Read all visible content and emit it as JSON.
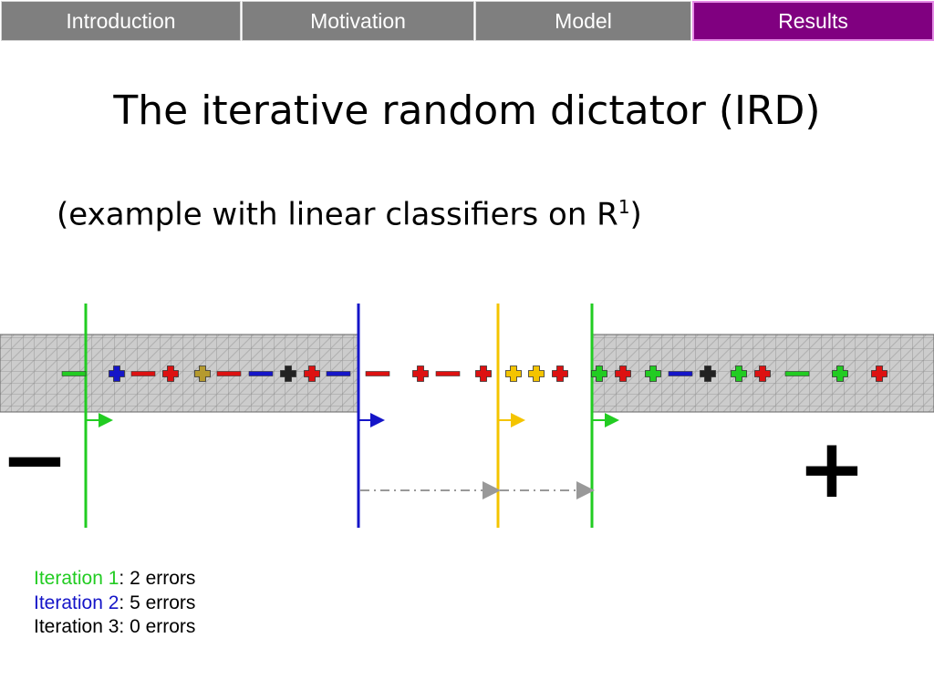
{
  "nav": {
    "tabs": [
      {
        "label": "Introduction",
        "active": false
      },
      {
        "label": "Motivation",
        "active": false
      },
      {
        "label": "Model",
        "active": false
      },
      {
        "label": "Results",
        "active": true
      }
    ]
  },
  "slide": {
    "title": "The iterative random dictator (IRD)",
    "subtitle_text": "(example with linear classifiers on R",
    "subtitle_sup": "1",
    "subtitle_end": ")"
  },
  "diagram": {
    "minus_sign": "−",
    "plus_sign": "+",
    "colors": {
      "green": "#22cc22",
      "blue": "#1515c8",
      "yellow": "#f4c400",
      "red": "#dd1111",
      "black": "#222222",
      "olive": "#b59a2e",
      "dark_green": "#2e9e2e"
    },
    "points": [
      {
        "label": "−",
        "color": "green"
      },
      {
        "label": "+",
        "color": "blue"
      },
      {
        "label": "−",
        "color": "red"
      },
      {
        "label": "+",
        "color": "red"
      },
      {
        "label": "+",
        "color": "olive"
      },
      {
        "label": "−",
        "color": "red"
      },
      {
        "label": "−",
        "color": "blue"
      },
      {
        "label": "+",
        "color": "black"
      },
      {
        "label": "+",
        "color": "red"
      },
      {
        "label": "−",
        "color": "blue"
      },
      {
        "label": "−",
        "color": "red"
      },
      {
        "label": "+",
        "color": "red"
      },
      {
        "label": "−",
        "color": "red"
      },
      {
        "label": "+",
        "color": "red"
      },
      {
        "label": "+",
        "color": "yellow"
      },
      {
        "label": "+",
        "color": "yellow"
      },
      {
        "label": "+",
        "color": "red"
      },
      {
        "label": "+",
        "color": "green"
      },
      {
        "label": "+",
        "color": "red"
      },
      {
        "label": "+",
        "color": "green"
      },
      {
        "label": "−",
        "color": "blue"
      },
      {
        "label": "+",
        "color": "black"
      },
      {
        "label": "+",
        "color": "green"
      },
      {
        "label": "+",
        "color": "red"
      },
      {
        "label": "−",
        "color": "green"
      },
      {
        "label": "+",
        "color": "green"
      },
      {
        "label": "+",
        "color": "red"
      }
    ]
  },
  "legend": {
    "iterations": [
      {
        "label": "Iteration 1",
        "errors": ":  2 errors",
        "color": "#22cc22"
      },
      {
        "label": "Iteration 2",
        "errors": ":  5 errors",
        "color": "#1515c8"
      },
      {
        "label": "Iteration 3",
        "errors": ":  0 errors",
        "color": "#000000"
      }
    ]
  }
}
